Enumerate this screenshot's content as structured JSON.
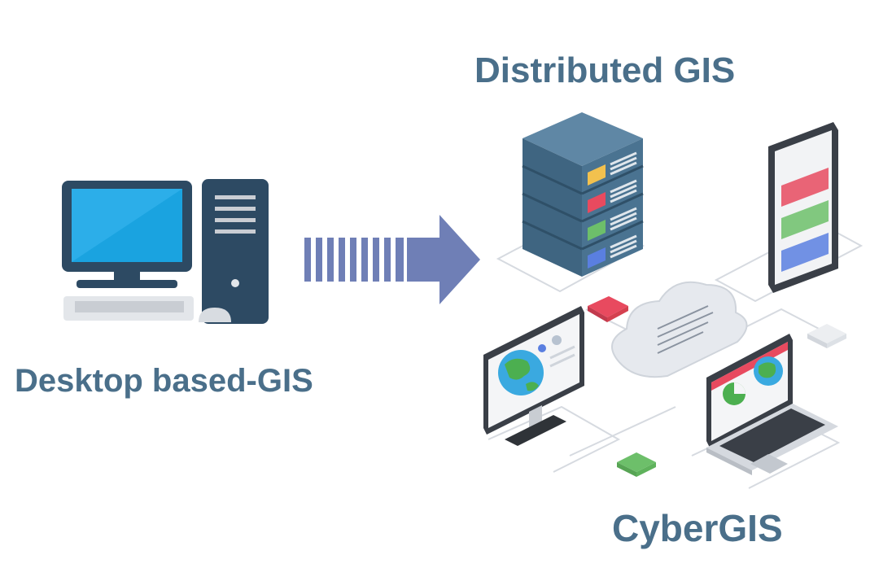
{
  "labels": {
    "distributed": "Distributed GIS",
    "desktop": "Desktop based-GIS",
    "cyber": "CyberGIS"
  },
  "colors": {
    "label_text": "#4a6f8a",
    "monitor_frame": "#2d4a63",
    "screen_blue": "#1aa3e0",
    "arrow": "#6f7fb6",
    "server_body": "#4a7391",
    "accent_red": "#e84a5f",
    "accent_green": "#6dbf6a",
    "accent_blue": "#5a7fe0",
    "cloud": "#e6e9ee",
    "globe_blue": "#3aa9e0",
    "globe_green": "#4caf50"
  },
  "icons": [
    "desktop-computer-icon",
    "transfer-arrow-icon",
    "server-rack-icon",
    "smartphone-icon",
    "cloud-icon",
    "desktop-monitor-icon",
    "laptop-icon"
  ]
}
